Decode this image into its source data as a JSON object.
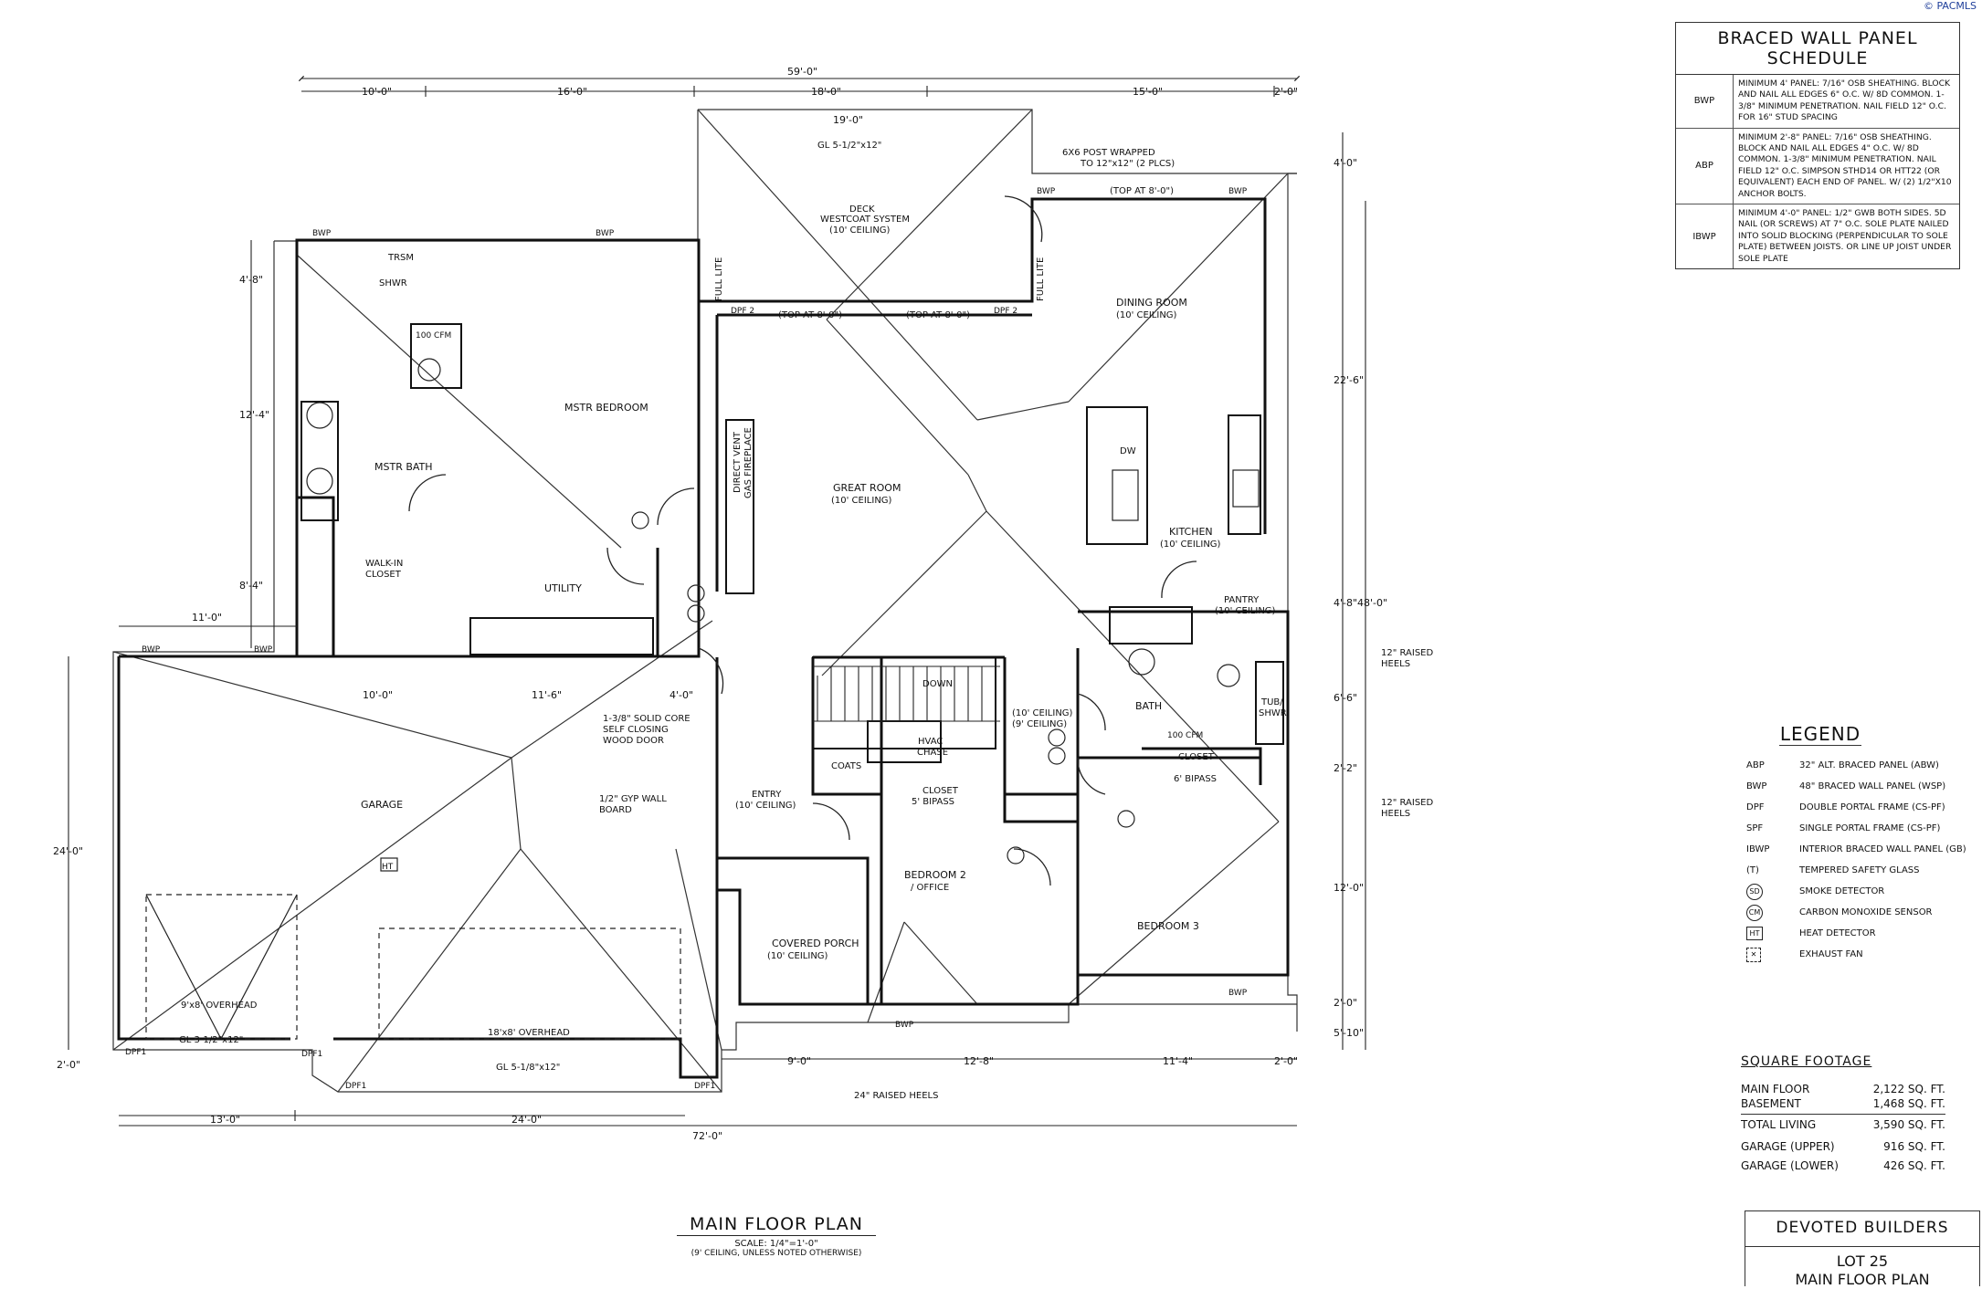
{
  "copyright": "© PACMLS",
  "schedule": {
    "title": "BRACED WALL PANEL SCHEDULE",
    "rows": [
      {
        "code": "BWP",
        "text": "MINIMUM 4' PANEL: 7/16\" OSB SHEATHING. BLOCK AND NAIL ALL EDGES 6\" O.C. W/ 8d COMMON. 1-3/8\" MINIMUM PENETRATION. NAIL FIELD 12\" O.C. FOR 16\" STUD SPACING"
      },
      {
        "code": "ABP",
        "text": "MINIMUM 2'-8\" PANEL: 7/16\" OSB SHEATHING. BLOCK AND NAIL ALL EDGES 4\" O.C. W/ 8d COMMON. 1-3/8\" MINIMUM PENETRATION. NAIL FIELD 12\" O.C. SIMPSON STHD14 OR HTT22 (OR EQUIVALENT) EACH END OF PANEL. W/ (2) 1/2\"x10 ANCHOR BOLTS."
      },
      {
        "code": "IBWP",
        "text": "MINIMUM 4'-0\" PANEL: 1/2\" GWB BOTH SIDES. 5d NAIL (OR SCREWS) AT 7\" O.C. SOLE PLATE NAILED INTO SOLID BLOCKING (PERPENDICULAR TO SOLE PLATE) BETWEEN JOISTS. OR LINE UP JOIST UNDER SOLE PLATE"
      }
    ]
  },
  "legend": {
    "title": "LEGEND",
    "items": [
      {
        "key": "ABP",
        "icon": "text",
        "label": "32\" ALT. BRACED PANEL (ABW)"
      },
      {
        "key": "BWP",
        "icon": "text",
        "label": "48\" BRACED WALL PANEL (WSP)"
      },
      {
        "key": "DPF",
        "icon": "text",
        "label": "DOUBLE PORTAL FRAME (CS-PF)"
      },
      {
        "key": "SPF",
        "icon": "text",
        "label": "SINGLE PORTAL FRAME (CS-PF)"
      },
      {
        "key": "IBWP",
        "icon": "text",
        "label": "INTERIOR BRACED WALL PANEL (GB)"
      },
      {
        "key": "(T)",
        "icon": "text",
        "label": "TEMPERED SAFETY GLASS"
      },
      {
        "key": "SD",
        "icon": "circle",
        "label": "SMOKE DETECTOR"
      },
      {
        "key": "CM",
        "icon": "circle",
        "label": "CARBON MONOXIDE SENSOR"
      },
      {
        "key": "HT",
        "icon": "box",
        "label": "HEAT DETECTOR"
      },
      {
        "key": "",
        "icon": "fan",
        "label": "EXHAUST FAN"
      }
    ]
  },
  "square_footage": {
    "title": "SQUARE FOOTAGE",
    "rows": [
      {
        "label": "MAIN FLOOR",
        "value": "2,122 SQ. FT."
      },
      {
        "label": "BASEMENT",
        "value": "1,468 SQ. FT."
      }
    ],
    "total": {
      "label": "TOTAL LIVING",
      "value": "3,590 SQ. FT."
    },
    "garage": [
      {
        "label": "GARAGE (UPPER)",
        "value": "916 SQ. FT."
      },
      {
        "label": "GARAGE (LOWER)",
        "value": "426 SQ. FT."
      }
    ]
  },
  "title_block": {
    "company": "DEVOTED BUILDERS",
    "lot": "LOT 25",
    "sheet": "MAIN FLOOR PLAN"
  },
  "caption": {
    "title": "MAIN FLOOR PLAN",
    "scale": "SCALE: 1/4\"=1'-0\"",
    "note": "(9' CEILING, UNLESS NOTED OTHERWISE)"
  },
  "rooms": {
    "mstr_bedroom": "MSTR BEDROOM",
    "mstr_bath": "MSTR BATH",
    "shwr": "SHWR",
    "trsm": "TRSM",
    "walkin": "WALK-IN",
    "closet": "CLOSET",
    "utility": "UTILITY",
    "garage": "GARAGE",
    "deck": "DECK",
    "deck_sys": "WESTCOAT SYSTEM",
    "ceil10": "(10' CEILING)",
    "great_room": "GREAT ROOM",
    "dining": "DINING ROOM",
    "kitchen": "KITCHEN",
    "pantry": "PANTRY",
    "bath": "BATH",
    "tub": "TUB/",
    "shwr2": "SHWR",
    "bedroom2": "BEDROOM 2",
    "office": "/ OFFICE",
    "bedroom3": "BEDROOM 3",
    "entry": "ENTRY",
    "coats": "COATS",
    "hvac": "HVAC",
    "chase": "CHASE",
    "covered_porch": "COVERED PORCH",
    "fireplace1": "DIRECT VENT",
    "fireplace2": "GAS FIREPLACE",
    "down": "DOWN",
    "dw": "DW",
    "ht": "HT",
    "cfm100": "100 CFM"
  },
  "notes": {
    "post": "6X6 POST WRAPPED",
    "post2": "TO 12\"x12\" (2 PLCS)",
    "door": "1-3/8\" SOLID CORE",
    "door2": "SELF CLOSING",
    "door3": "WOOD DOOR",
    "gyp": "1/2\" GYP WALL",
    "gyp2": "BOARD",
    "heels12": "12\" RAISED",
    "heels": "HEELS",
    "heels24": "24\" RAISED HEELS",
    "overhead9": "9'x8' OVERHEAD",
    "overhead18": "18'x8' OVERHEAD",
    "gl_top": "GL 5-1/2\"x12\"",
    "gl_garage1": "GL 3-1/2\"x12\"",
    "gl_garage2": "GL 5-1/8\"x12\"",
    "top8": "(TOP AT 8'-0\")",
    "full_lite": "FULL LITE",
    "closet_bipass": "CLOSET",
    "bipass5": "5' BIPASS",
    "bipass6": "6' BIPASS",
    "ceil9": "(9' CEILING)",
    "ceil10b": "(10' CEILING)"
  },
  "dimensions": {
    "top_total": "59'-0\"",
    "top": [
      "10'-0\"",
      "16'-0\"",
      "18'-0\"",
      "15'-0\"",
      "2'-0\""
    ],
    "bottom_total": "72'-0\"",
    "bottom": [
      "13'-0\"",
      "24'-0\""
    ],
    "bottom2": [
      "9'-0\"",
      "12'-8\"",
      "11'-4\"",
      "2'-0\""
    ],
    "right": [
      "4'-0\"",
      "22'-6\"",
      "4'-8\"",
      "48'-0\"",
      "6'-6\"",
      "2'-2\"",
      "12'-0\"",
      "2'-0\"",
      "5'-10\""
    ],
    "left_upper": [
      "4'-8\"",
      "12'-4\"",
      "8'-4\""
    ],
    "left_garage": "24'-0\"",
    "left_bottom": "2'-0\"",
    "garage_top": [
      "10'-0\"",
      "11'-6\"",
      "4'-0\""
    ],
    "garage_left": "11'-0\"",
    "deck_w": "19'-0\""
  },
  "labels": {
    "bwp": "BWP",
    "dpf": "DPF",
    "dpf2": "DPF 2",
    "dpf1": "DPF1",
    "ibwp": "IBWP",
    "sd": "SD",
    "cm": "CM"
  }
}
